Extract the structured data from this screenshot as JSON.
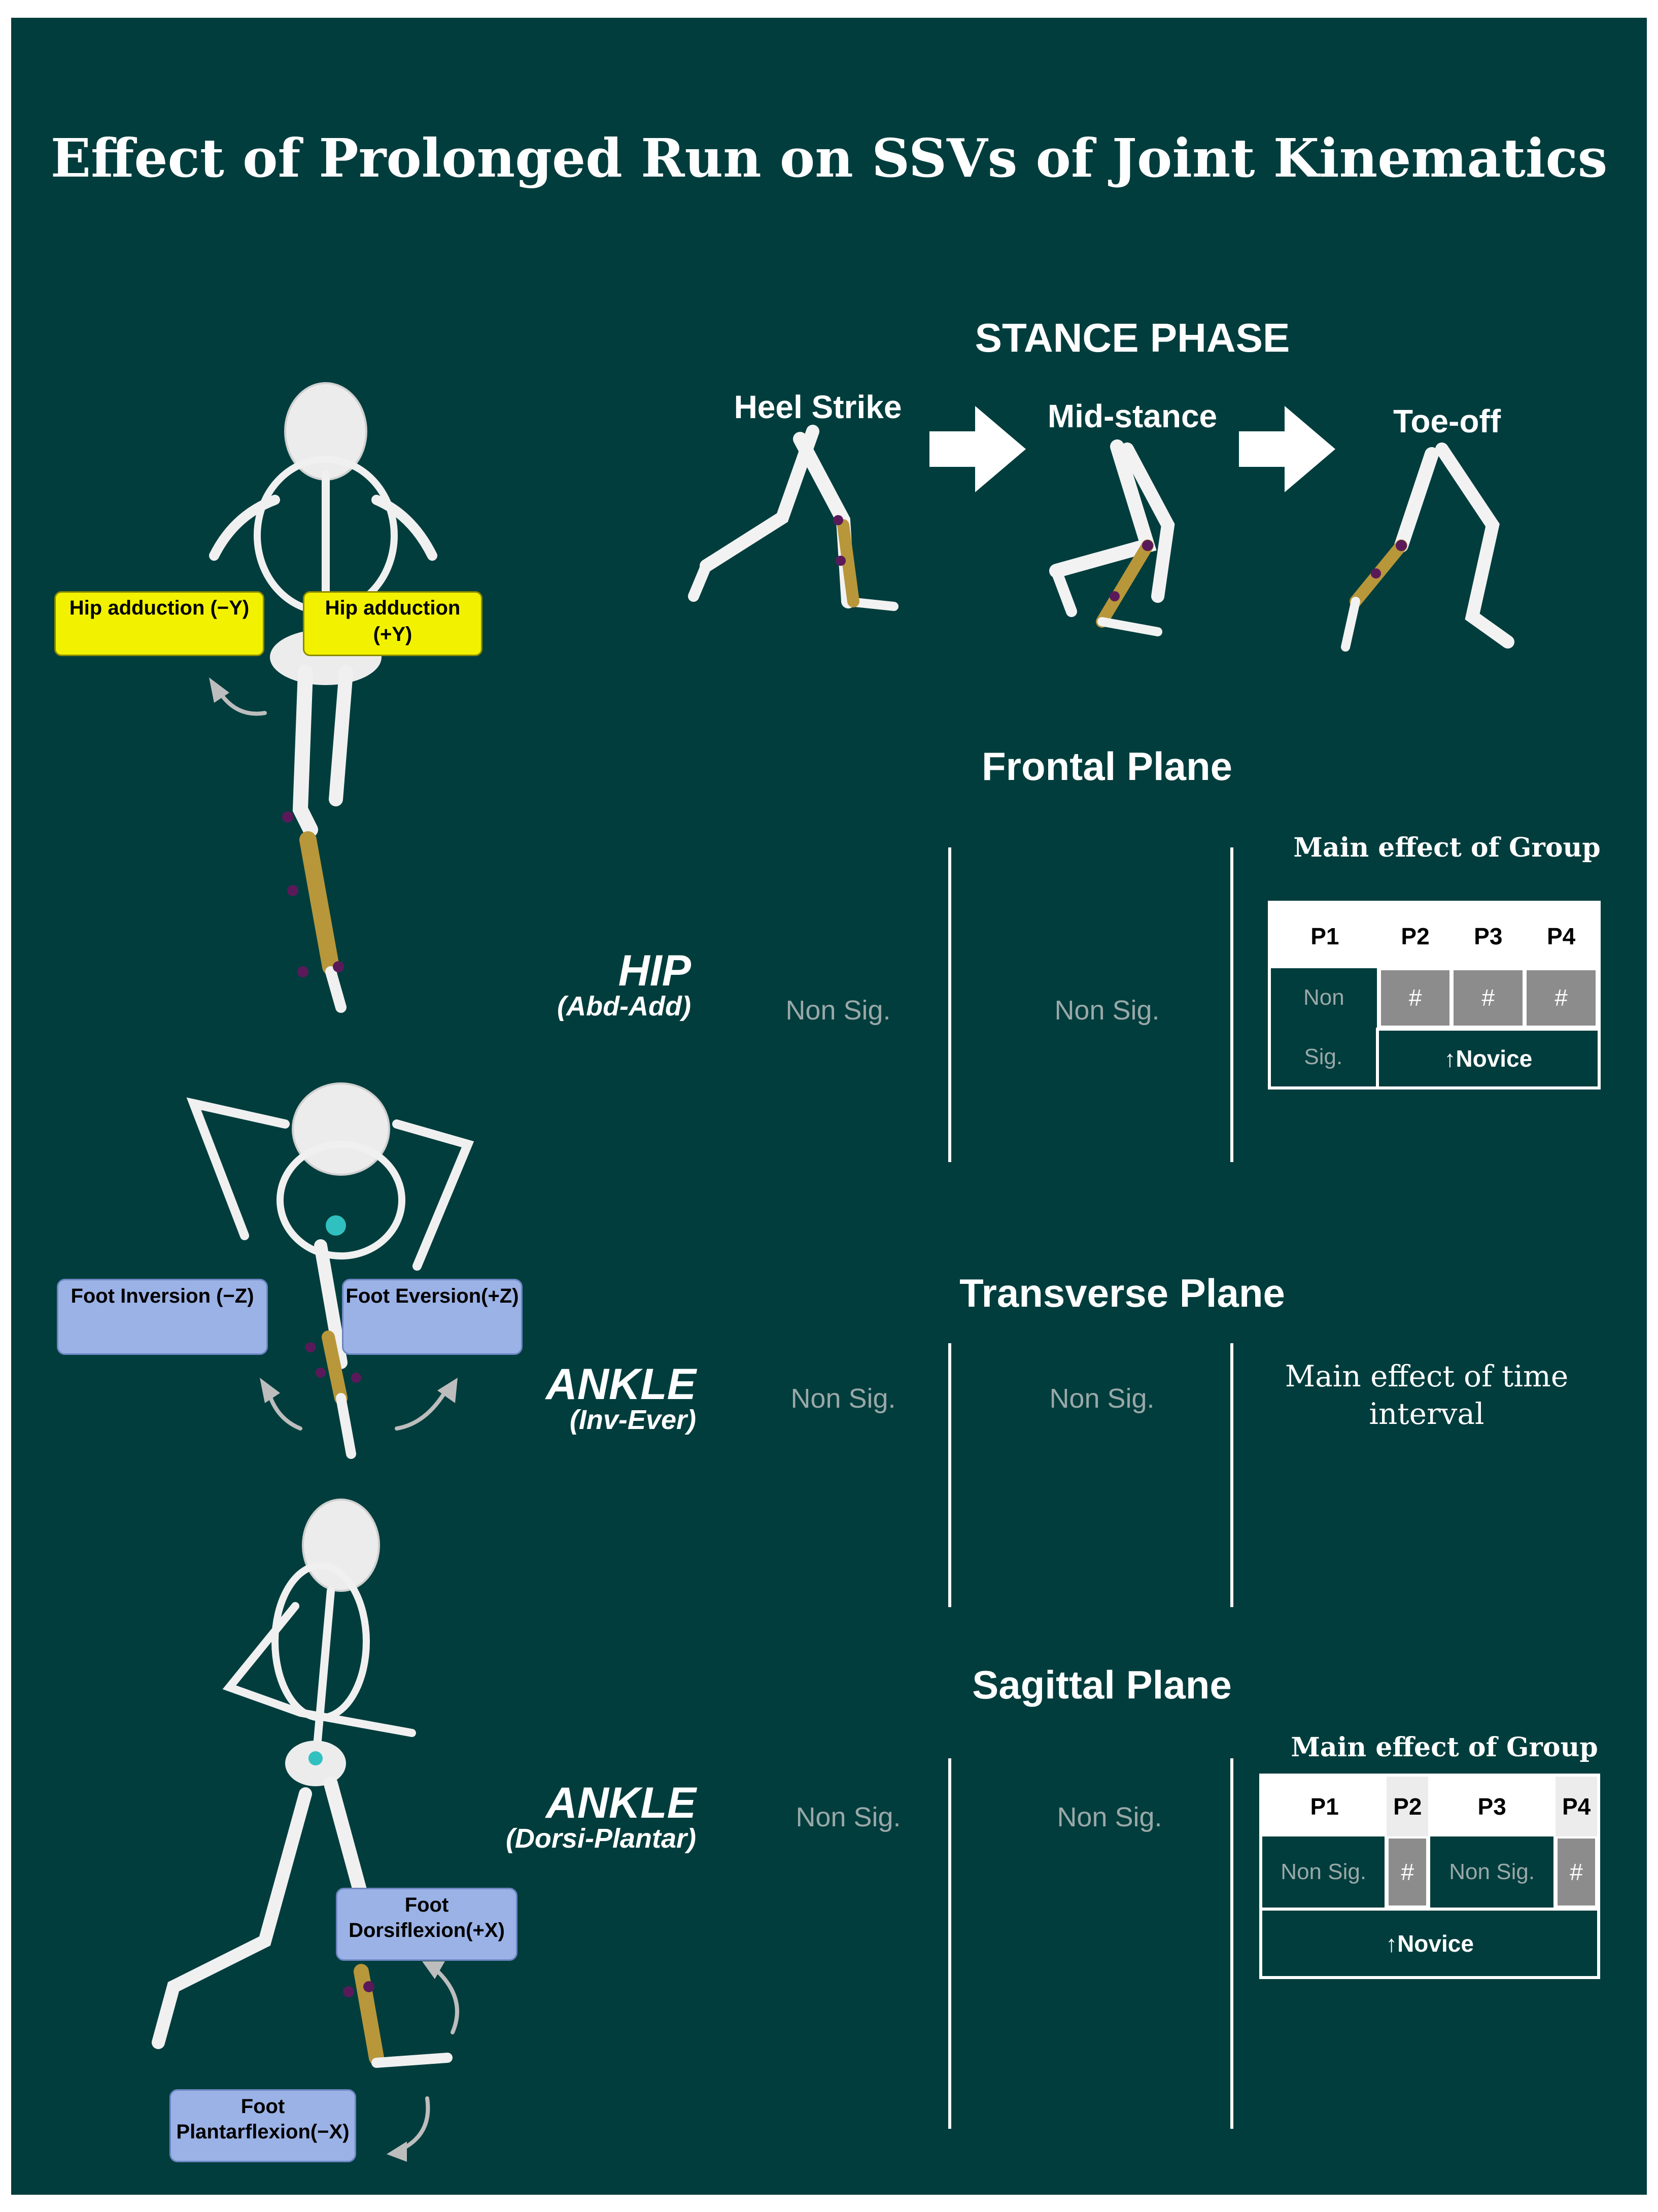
{
  "title": "Effect of Prolonged Run on SSVs of Joint Kinematics",
  "stance_phase": {
    "heading": "STANCE PHASE",
    "phases": [
      "Heel Strike",
      "Mid-stance",
      "Toe-off"
    ]
  },
  "labels": {
    "hip_left": "Hip adduction (−Y)",
    "hip_right": "Hip adduction (+Y)",
    "foot_inversion": "Foot Inversion (−Z)",
    "foot_eversion": "Foot Eversion(+Z)",
    "foot_dorsiflexion": "Foot Dorsiflexion(+X)",
    "foot_plantarflexion": "Foot Plantarflexion(−X)"
  },
  "rows": [
    {
      "plane": "Frontal Plane",
      "joint": "HIP",
      "motion": "(Abd-Add)",
      "col1": "Non Sig.",
      "col2": "Non Sig.",
      "col3_title": "Main effect of Group",
      "table": {
        "headers": [
          "P1",
          "P2",
          "P3",
          "P4"
        ],
        "nonsig_top": "Non",
        "nonsig_bottom": "Sig.",
        "marks": [
          "#",
          "#",
          "#"
        ],
        "footer": "↑Novice"
      }
    },
    {
      "plane": "Transverse Plane",
      "joint": "ANKLE",
      "motion": "(Inv-Ever)",
      "col1": "Non Sig.",
      "col2": "Non Sig.",
      "col3_text": "Main effect  of time interval"
    },
    {
      "plane": "Sagittal Plane",
      "joint": "ANKLE",
      "motion": "(Dorsi-Plantar)",
      "col1": "Non Sig.",
      "col2": "Non Sig.",
      "col3_title": "Main effect of Group",
      "table": {
        "headers": [
          "P1",
          "P2",
          "P3",
          "P4"
        ],
        "cells": [
          "Non Sig.",
          "#",
          "Non Sig.",
          "#"
        ],
        "footer": "↑Novice"
      }
    }
  ],
  "colors": {
    "background": "#023d3d",
    "yellow_label": "#f2f200",
    "blue_label": "#9bb2e6",
    "gray_cell": "#8c8c8c"
  }
}
